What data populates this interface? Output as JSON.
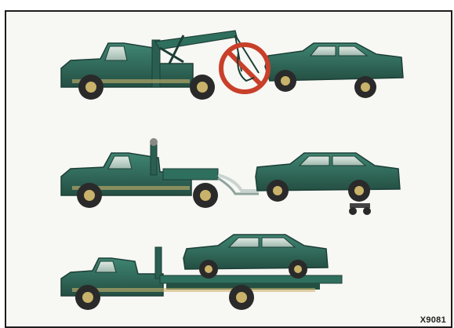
{
  "figure": {
    "code": "X9081",
    "colors": {
      "vehicle_body": "#2f6f5d",
      "vehicle_dark": "#1f4c41",
      "tire": "#2a2a2a",
      "hub": "#c9b26a",
      "prohibited_sign": "#c8402a",
      "background": "#f7f7f4",
      "border": "#1d1d1d"
    },
    "panels": [
      {
        "id": "sling-tow",
        "prohibited": true
      },
      {
        "id": "wheel-lift-dolly",
        "prohibited": false
      },
      {
        "id": "flatbed",
        "prohibited": false
      }
    ]
  }
}
